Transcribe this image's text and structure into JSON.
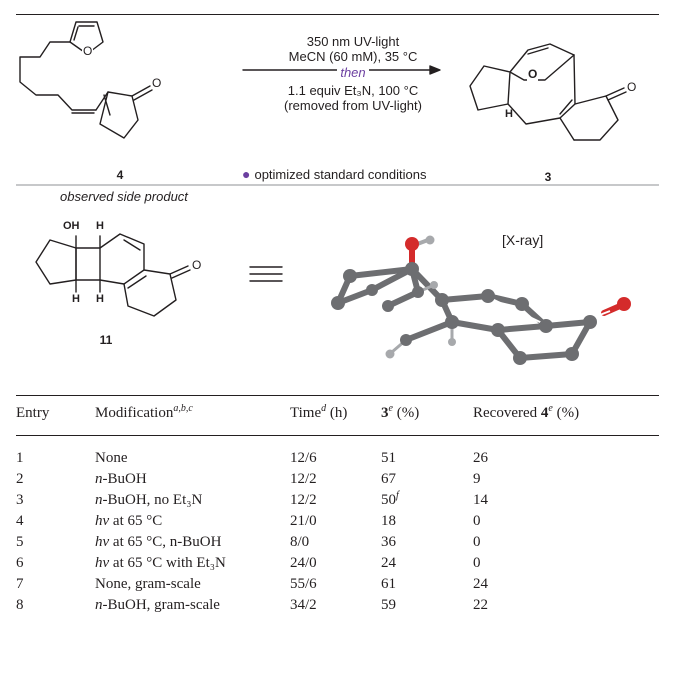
{
  "scheme": {
    "conditions": {
      "line1": "350 nm UV-light",
      "line2": "MeCN (60 mM), 35 °C",
      "then": "then",
      "line3": "1.1 equiv Et₃N, 100 °C",
      "line4": "(removed from UV-light)"
    },
    "optimized_note": "optimized standard conditions",
    "compounds": {
      "starting": "4",
      "product": "3",
      "side": "11"
    },
    "atom_labels": {
      "O": "O",
      "H": "H",
      "OH": "OH"
    },
    "side_label": "observed side product",
    "xray_label": "[X-ray]",
    "colors": {
      "accent_purple": "#6b3fa0",
      "oxygen_red": "#d42b2b",
      "carbon_gray": "#6d6e71",
      "hydrogen_gray": "#a7a9ac"
    }
  },
  "table": {
    "headers": {
      "entry": "Entry",
      "modification": "Modification",
      "modification_sup": "a,b,c",
      "time": "Time",
      "time_sup": "d",
      "time_unit": " (h)",
      "yield_cpd": "3",
      "yield_sup": "e",
      "yield_unit": " (%)",
      "recovered": "Recovered ",
      "recovered_cpd": "4",
      "recovered_sup": "e",
      "recovered_unit": " (%)"
    },
    "rows": [
      {
        "entry": "1",
        "mod_italic": "",
        "mod": "None",
        "time": "12/6",
        "yield": "51",
        "yield_sup": "",
        "recovered": "26"
      },
      {
        "entry": "2",
        "mod_italic": "n",
        "mod": "-BuOH",
        "time": "12/2",
        "yield": "67",
        "yield_sup": "",
        "recovered": "9"
      },
      {
        "entry": "3",
        "mod_italic": "n",
        "mod": "-BuOH, no Et₃N",
        "time": "12/2",
        "yield": "50",
        "yield_sup": "f",
        "recovered": "14"
      },
      {
        "entry": "4",
        "mod_italic": "hν",
        "mod": " at 65 °C",
        "time": "21/0",
        "yield": "18",
        "yield_sup": "",
        "recovered": "0"
      },
      {
        "entry": "5",
        "mod_italic": "hν",
        "mod": " at 65 °C, n-BuOH",
        "time": "8/0",
        "yield": "36",
        "yield_sup": "",
        "recovered": "0"
      },
      {
        "entry": "6",
        "mod_italic": "hν",
        "mod": " at 65 °C with Et₃N",
        "time": "24/0",
        "yield": "24",
        "yield_sup": "",
        "recovered": "0"
      },
      {
        "entry": "7",
        "mod_italic": "",
        "mod": "None, gram-scale",
        "time": "55/6",
        "yield": "61",
        "yield_sup": "",
        "recovered": "24"
      },
      {
        "entry": "8",
        "mod_italic": "n",
        "mod": "-BuOH, gram-scale",
        "time": "34/2",
        "yield": "59",
        "yield_sup": "",
        "recovered": "22"
      }
    ]
  }
}
